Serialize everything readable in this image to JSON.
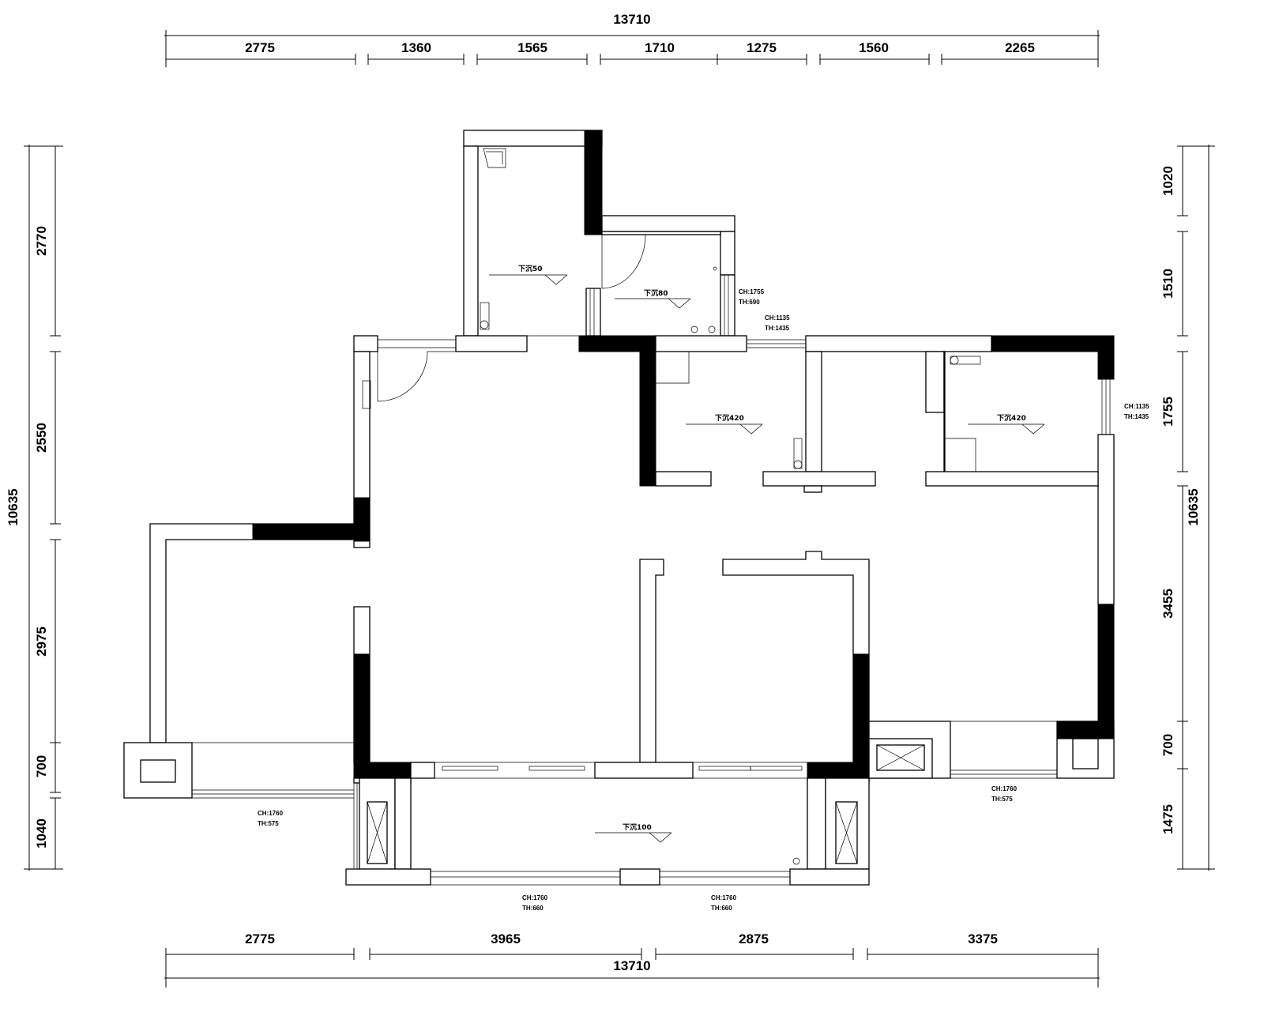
{
  "dimensions": {
    "top_total": "13710",
    "top": [
      "2775",
      "1360",
      "1565",
      "1710",
      "1275",
      "1560",
      "2265"
    ],
    "bottom": [
      "2775",
      "3965",
      "2875",
      "3375"
    ],
    "bottom_total": "13710",
    "left_total": "10635",
    "left": [
      "2770",
      "2550",
      "2975",
      "700",
      "1040"
    ],
    "right_total": "10635",
    "right": [
      "1020",
      "1510",
      "1755",
      "3455",
      "700",
      "1475"
    ]
  },
  "floor_labels": [
    "下沉50",
    "下沉80",
    "下沉420",
    "下沉420",
    "下沉100"
  ],
  "window_annotations": [
    {
      "ch": "CH:1755",
      "th": "TH:690"
    },
    {
      "ch": "CH:1135",
      "th": "TH:1435"
    },
    {
      "ch": "CH:1135",
      "th": "TH:1435"
    },
    {
      "ch": "CH:1760",
      "th": "TH:575"
    },
    {
      "ch": "CH:1760",
      "th": "TH:575"
    },
    {
      "ch": "CH:1760",
      "th": "TH:660"
    },
    {
      "ch": "CH:1760",
      "th": "TH:660"
    }
  ]
}
